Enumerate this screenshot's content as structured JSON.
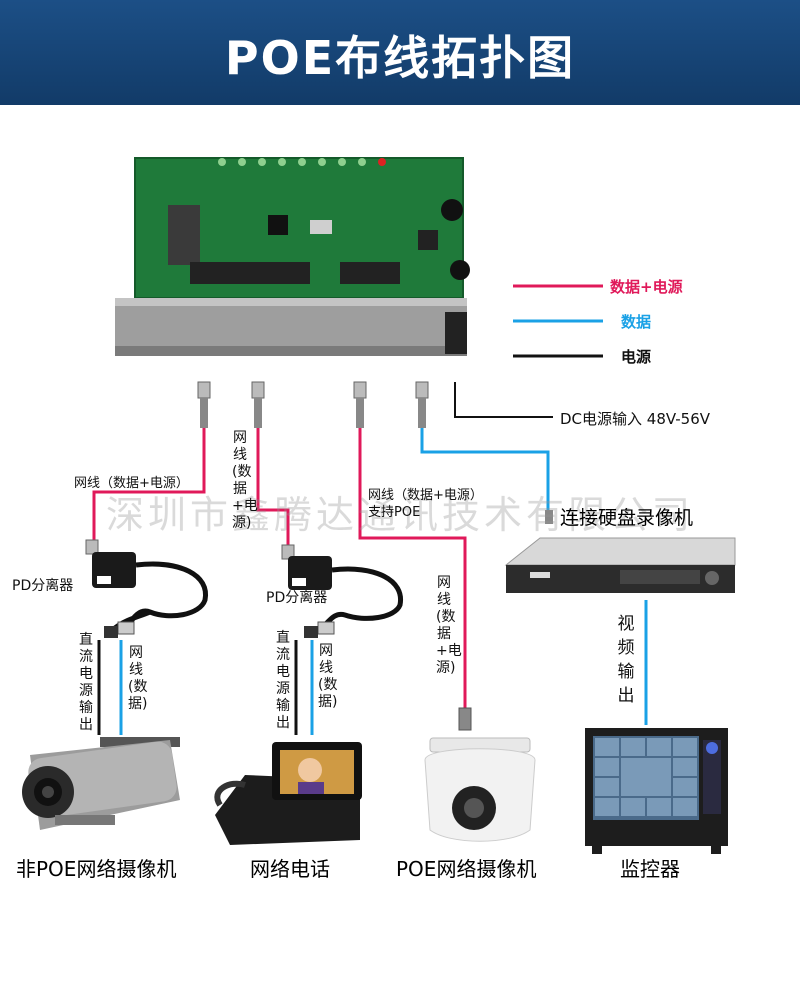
{
  "header": {
    "title": "POE布线拓扑图"
  },
  "watermark": "深圳市鑫腾达通讯技术有限公司",
  "legend": {
    "items": [
      {
        "label": "数据+电源",
        "color": "#e0195a"
      },
      {
        "label": "数据",
        "color": "#1aa1e6"
      },
      {
        "label": "电源",
        "color": "#111111"
      }
    ]
  },
  "dc_input": "DC电源输入 48V-56V",
  "cables": {
    "cable1": "网线（数据+电源）",
    "cable2": "网线(数据+电源)",
    "cable3_line1": "网线（数据+电源）",
    "cable3_line2": "支持POE",
    "cable4": "网线(数据+电源)"
  },
  "splitters": {
    "left": "PD分离器",
    "middle": "PD分离器"
  },
  "outputs": {
    "left_dc": "直流电源输出",
    "left_net": "网线(数据)",
    "mid_dc": "直流电源输出",
    "mid_net": "网线(数据)"
  },
  "nvr": {
    "label": "连接硬盘录像机"
  },
  "video_out": "视频输出",
  "devices": {
    "non_poe_camera": "非POE网络摄像机",
    "phone": "网络电话",
    "poe_camera": "POE网络摄像机",
    "monitor": "监控器"
  },
  "icons": [
    "poe-switch-board-icon",
    "rj45-connector-icon",
    "pd-splitter-icon",
    "nvr-recorder-icon",
    "bullet-camera-icon",
    "video-phone-icon",
    "dome-camera-icon",
    "monitor-icon"
  ]
}
